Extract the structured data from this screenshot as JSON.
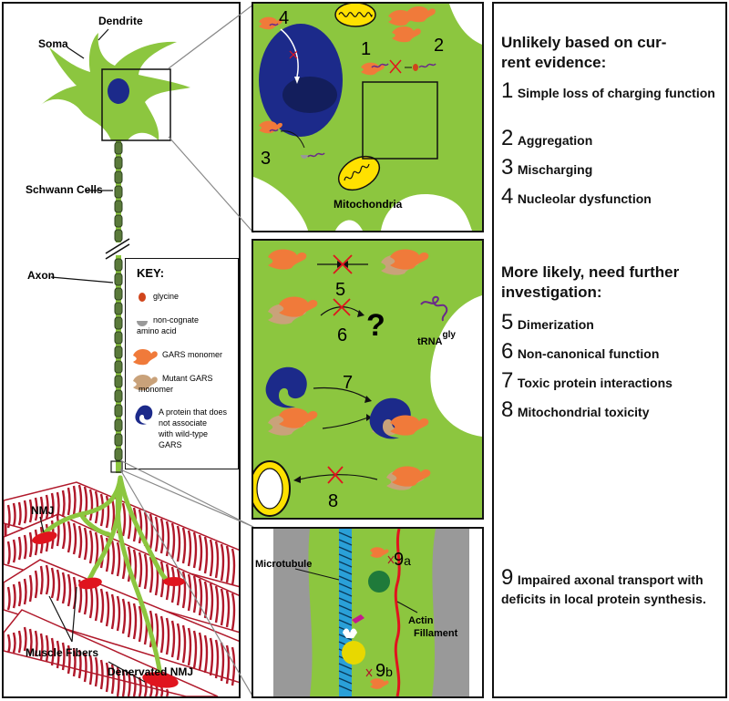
{
  "neuron": {
    "dendrite": "Dendrite",
    "soma": "Soma",
    "schwann": "Schwann Cells",
    "axon": "Axon",
    "nmj": "NMJ",
    "muscle": "Muscle Fibers",
    "denervated": "Denervated NMJ"
  },
  "key": {
    "title": "KEY:",
    "items": [
      {
        "label": "glycine"
      },
      {
        "label1": "non-cognate",
        "label2": "amino acid"
      },
      {
        "label": "GARS monomer"
      },
      {
        "label1": "Mutant GARS",
        "label2": "monomer"
      },
      {
        "label1": "A protein that does",
        "label2": "not associate",
        "label3": "with wild-type",
        "label4": "GARS"
      }
    ]
  },
  "panel1": {
    "mito": "Mitochondria",
    "n1": "1",
    "n2": "2",
    "n3": "3",
    "n4": "4"
  },
  "panel2": {
    "n5": "5",
    "n6": "6",
    "n7": "7",
    "n8": "8",
    "q": "?",
    "trna": "tRNA",
    "trna_sup": "gly"
  },
  "panel3": {
    "microtubule": "Microtubule",
    "actin1": "Actin",
    "actin2": "Fillament",
    "n9a": "9",
    "n9a_sub": "a",
    "n9b": "9",
    "n9b_sub": "b"
  },
  "right": {
    "head1_l1": "Unlikely based on cur-",
    "head1_l2": "rent evidence:",
    "items1": [
      {
        "num": "1",
        "text": "Simple loss of charging function"
      },
      {
        "num": "2",
        "text": "Aggregation"
      },
      {
        "num": "3",
        "text": "Mischarging"
      },
      {
        "num": "4",
        "text": "Nucleolar dysfunction"
      }
    ],
    "head2_l1": "More likely, need further",
    "head2_l2": "investigation:",
    "items2": [
      {
        "num": "5",
        "text": "Dimerization"
      },
      {
        "num": "6",
        "text": "Non-canonical function"
      },
      {
        "num": "7",
        "text": "Toxic protein interactions"
      },
      {
        "num": "8",
        "text": "Mitochondrial toxicity"
      }
    ],
    "item9": {
      "num": "9",
      "text": "Impaired axonal transport with deficits in local protein synthesis."
    }
  },
  "colors": {
    "cell": "#8cc63f",
    "nucleus": "#1c2a8a",
    "gars": "#f07a3a",
    "mutant": "#c9a27a",
    "muscle": "#b0182a",
    "nmj": "#e0141e"
  }
}
